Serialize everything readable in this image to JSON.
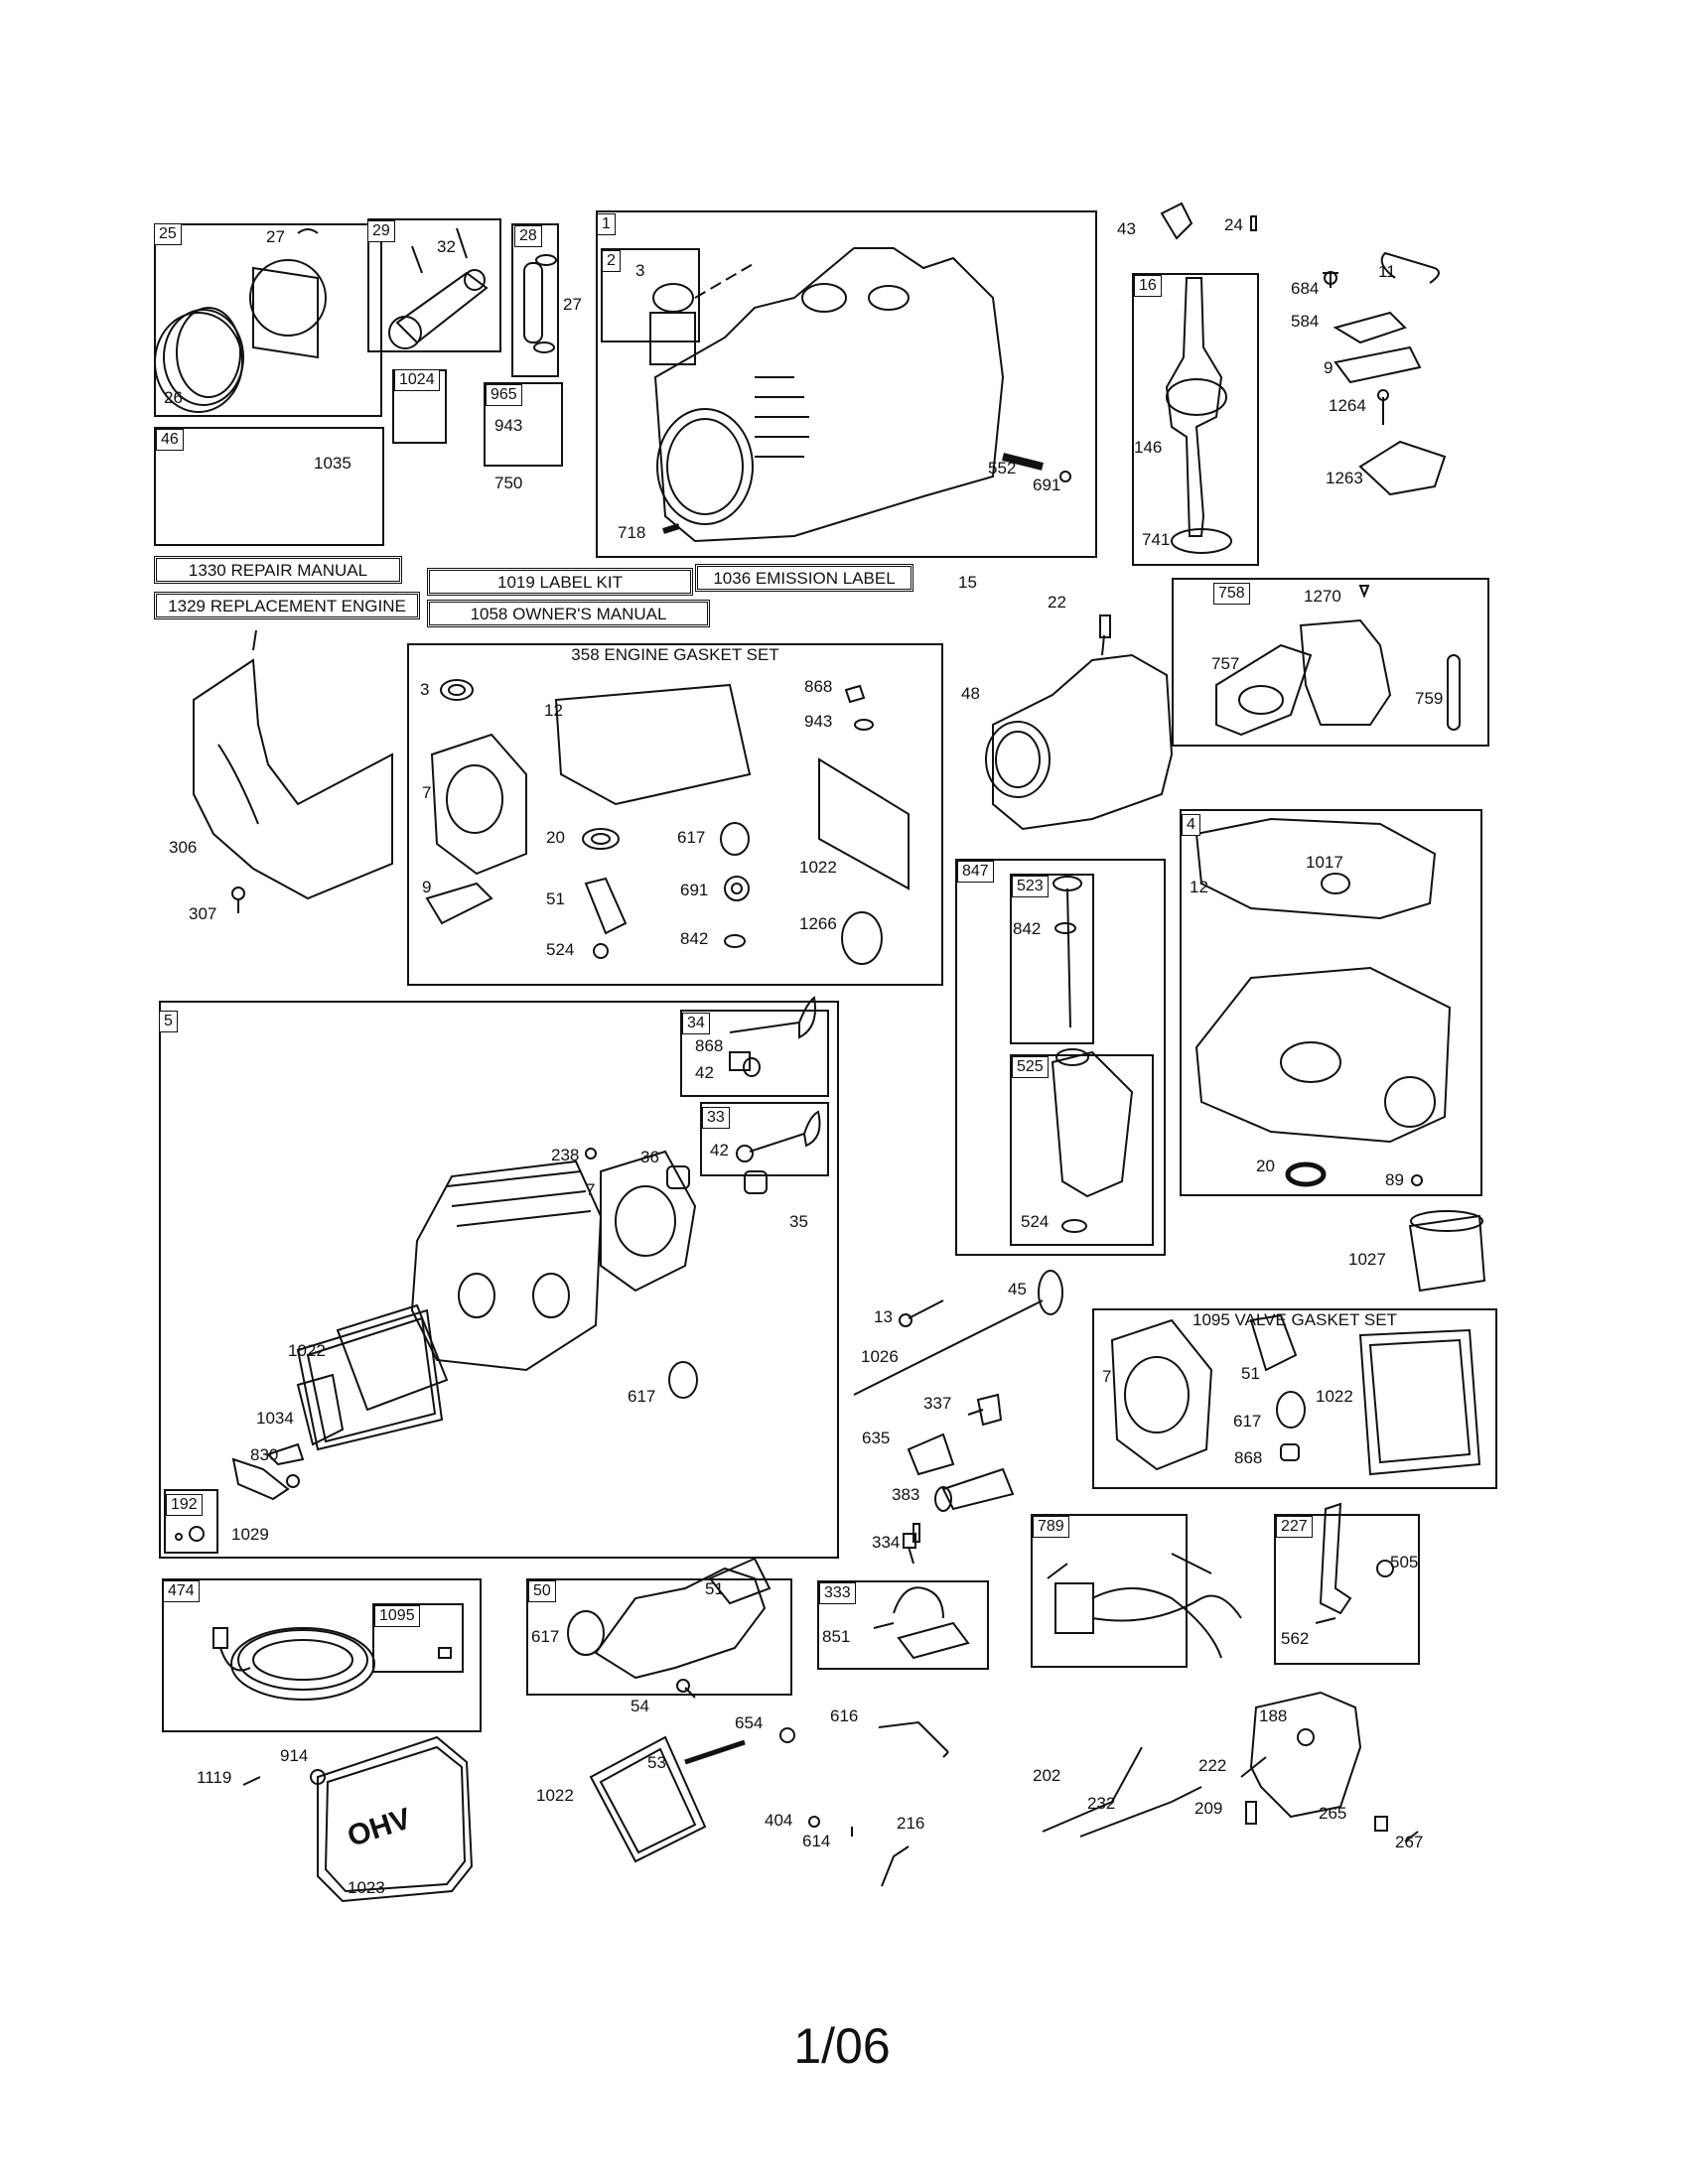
{
  "kits": {
    "repair_manual": "1330 REPAIR MANUAL",
    "replacement_engine": "1329 REPLACEMENT ENGINE",
    "label_kit": "1019 LABEL KIT",
    "owners_manual": "1058 OWNER'S MANUAL",
    "emission_label": "1036 EMISSION LABEL"
  },
  "headers": {
    "engine_gasket_set": "358 ENGINE GASKET SET",
    "valve_gasket_set": "1095 VALVE GASKET SET"
  },
  "box_tags": {
    "b25": "25",
    "b29": "29",
    "b28": "28",
    "b1": "1",
    "b2": "2",
    "b1024": "1024",
    "b965": "965",
    "b46": "46",
    "b16": "16",
    "b758": "758",
    "b847": "847",
    "b523": "523",
    "b525": "525",
    "b4": "4",
    "b5": "5",
    "b34": "34",
    "b33": "33",
    "b192": "192",
    "b474": "474",
    "b1095": "1095",
    "b50": "50",
    "b333": "333",
    "b789": "789",
    "b227": "227"
  },
  "labels": {
    "l27a": "27",
    "l26": "26",
    "l32": "32",
    "l27b": "27",
    "l1024i": "1024",
    "l943a": "943",
    "l750": "750",
    "l1035": "1035",
    "l3a": "3",
    "l552": "552",
    "l691a": "691",
    "l718": "718",
    "l43": "43",
    "l24": "24",
    "l684": "684",
    "l11": "11",
    "l584": "584",
    "l9a": "9",
    "l1264": "1264",
    "l1263": "1263",
    "l146": "146",
    "l741": "741",
    "l15": "15",
    "l22a": "22",
    "l1270": "1270",
    "l757": "757",
    "l759": "759",
    "l306": "306",
    "l307": "307",
    "l3b": "3",
    "l12a": "12",
    "l7a": "7",
    "l20a": "20",
    "l617a": "617",
    "l9b": "9",
    "l51a": "51",
    "l524a": "524",
    "l691b": "691",
    "l842a": "842",
    "l868a": "868",
    "l943b": "943",
    "l1022a": "1022",
    "l1266": "1266",
    "l48": "48",
    "l842b": "842",
    "l524b": "524",
    "l12b": "12",
    "l1017": "1017",
    "l20b": "20",
    "l89": "89",
    "l1027": "1027",
    "l868b": "868",
    "l42a": "42",
    "l42b": "42",
    "l238": "238",
    "l36": "36",
    "l7b": "7",
    "l35": "35",
    "l1022b": "1022",
    "l617b": "617",
    "l1034": "1034",
    "l830": "830",
    "l1029": "1029",
    "l13": "13",
    "l45": "45",
    "l1026": "1026",
    "l337": "337",
    "l635": "635",
    "l383": "383",
    "l7c": "7",
    "l51b": "51",
    "l617c": "617",
    "l868c": "868",
    "l1022c": "1022",
    "l334": "334",
    "l505": "505",
    "l562": "562",
    "l617d": "617",
    "l51c": "51",
    "l851": "851",
    "l1119": "1119",
    "l914": "914",
    "l1023": "1023",
    "l54": "54",
    "l654": "654",
    "l53": "53",
    "l1022d": "1022",
    "l616": "616",
    "l404": "404",
    "l614": "614",
    "l216": "216",
    "l202": "202",
    "l232": "232",
    "l188": "188",
    "l222": "222",
    "l209": "209",
    "l265": "265",
    "l267": "267"
  },
  "page_number": "1/06"
}
